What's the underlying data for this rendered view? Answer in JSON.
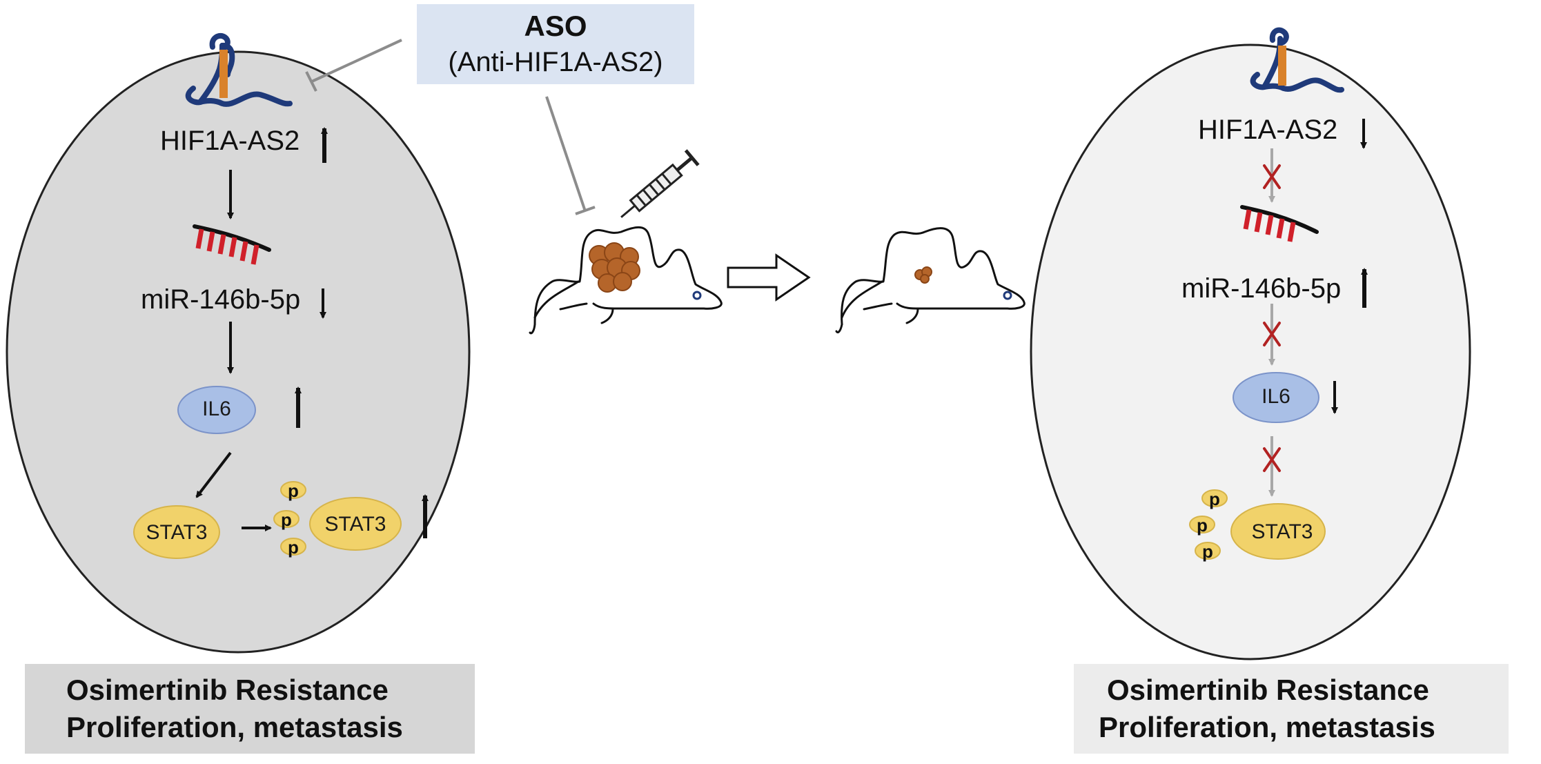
{
  "aso": {
    "title": "ASO",
    "subtitle": "(Anti-HIF1A-AS2)"
  },
  "left_cell": {
    "lncrna": "HIF1A-AS2",
    "mirna": "miR-146b-5p",
    "il6": "IL6",
    "stat3": "STAT3",
    "pstat3": "STAT3",
    "phospho": [
      "p",
      "p",
      "p"
    ],
    "outcome": [
      "Osimertinib Resistance",
      "Proliferation, metastasis"
    ]
  },
  "right_cell": {
    "lncrna": "HIF1A-AS2",
    "mirna": "miR-146b-5p",
    "il6": "IL6",
    "pstat3": "STAT3",
    "phospho": [
      "p",
      "p",
      "p"
    ],
    "outcome": [
      "Osimertinib Resistance",
      "Proliferation, metastasis"
    ]
  },
  "colors": {
    "left_cell_fill": "#d9d9d9",
    "right_cell_fill": "#f2f2f2",
    "il6_fill": "#a9bfe6",
    "stat3_fill": "#f1d26a",
    "inhibitor_line": "#8c8c8c",
    "tumor": "#b5652a",
    "mirna_red": "#d0202a",
    "rna_blue": "#1f3a7a",
    "rna_orange": "#d9822b",
    "x_mark": "#b22222"
  }
}
